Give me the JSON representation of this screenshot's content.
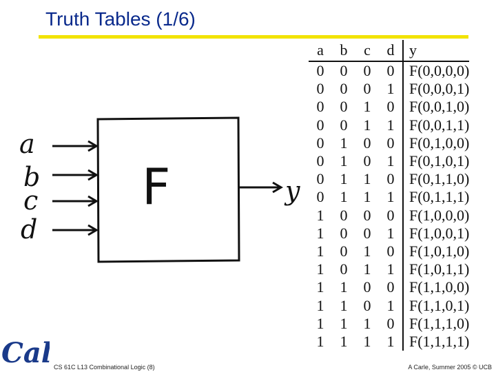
{
  "slide": {
    "title": "Truth Tables (1/6)",
    "footer_left": "CS 61C L13 Combinational Logic (8)",
    "footer_right": "A Carle, Summer 2005 © UCB",
    "logo_text": "Cal"
  },
  "diagram": {
    "block_label": "F",
    "inputs": [
      "a",
      "b",
      "c",
      "d"
    ],
    "output": "y"
  },
  "truth_table": {
    "headers": [
      "a",
      "b",
      "c",
      "d",
      "y"
    ],
    "rows": [
      [
        "0",
        "0",
        "0",
        "0",
        "F(0,0,0,0)"
      ],
      [
        "0",
        "0",
        "0",
        "1",
        "F(0,0,0,1)"
      ],
      [
        "0",
        "0",
        "1",
        "0",
        "F(0,0,1,0)"
      ],
      [
        "0",
        "0",
        "1",
        "1",
        "F(0,0,1,1)"
      ],
      [
        "0",
        "1",
        "0",
        "0",
        "F(0,1,0,0)"
      ],
      [
        "0",
        "1",
        "0",
        "1",
        "F(0,1,0,1)"
      ],
      [
        "0",
        "1",
        "1",
        "0",
        "F(0,1,1,0)"
      ],
      [
        "0",
        "1",
        "1",
        "1",
        "F(0,1,1,1)"
      ],
      [
        "1",
        "0",
        "0",
        "0",
        "F(1,0,0,0)"
      ],
      [
        "1",
        "0",
        "0",
        "1",
        "F(1,0,0,1)"
      ],
      [
        "1",
        "0",
        "1",
        "0",
        "F(1,0,1,0)"
      ],
      [
        "1",
        "0",
        "1",
        "1",
        "F(1,0,1,1)"
      ],
      [
        "1",
        "1",
        "0",
        "0",
        "F(1,1,0,0)"
      ],
      [
        "1",
        "1",
        "0",
        "1",
        "F(1,1,0,1)"
      ],
      [
        "1",
        "1",
        "1",
        "0",
        "F(1,1,1,0)"
      ],
      [
        "1",
        "1",
        "1",
        "1",
        "F(1,1,1,1)"
      ]
    ]
  },
  "colors": {
    "title": "#0a2a8c",
    "rule": "#f2e300",
    "logo": "#1a3a8a"
  }
}
